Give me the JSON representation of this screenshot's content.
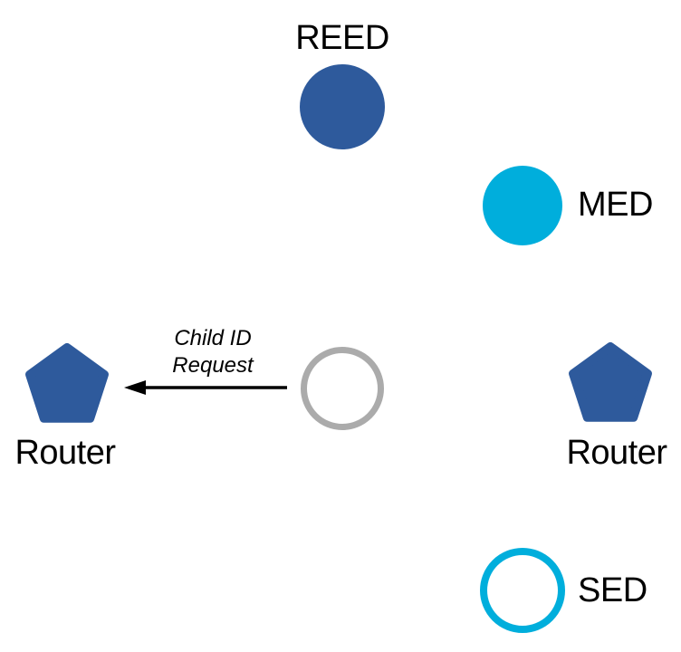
{
  "colors": {
    "router_blue": "#2E5A9C",
    "device_cyan": "#00AEDC",
    "outline_gray": "#ABABAB",
    "arrow_black": "#000000",
    "background": "#FFFFFF"
  },
  "nodes": {
    "reed": {
      "label": "REED",
      "shape": "circle-filled"
    },
    "med": {
      "label": "MED",
      "shape": "circle-filled"
    },
    "joining_device": {
      "label": "",
      "shape": "circle-outlined"
    },
    "router_left": {
      "label": "Router",
      "shape": "pentagon"
    },
    "router_right": {
      "label": "Router",
      "shape": "pentagon"
    },
    "sed": {
      "label": "SED",
      "shape": "circle-outlined"
    }
  },
  "message": {
    "lines": [
      "Child ID",
      "Request"
    ],
    "direction": "left"
  }
}
